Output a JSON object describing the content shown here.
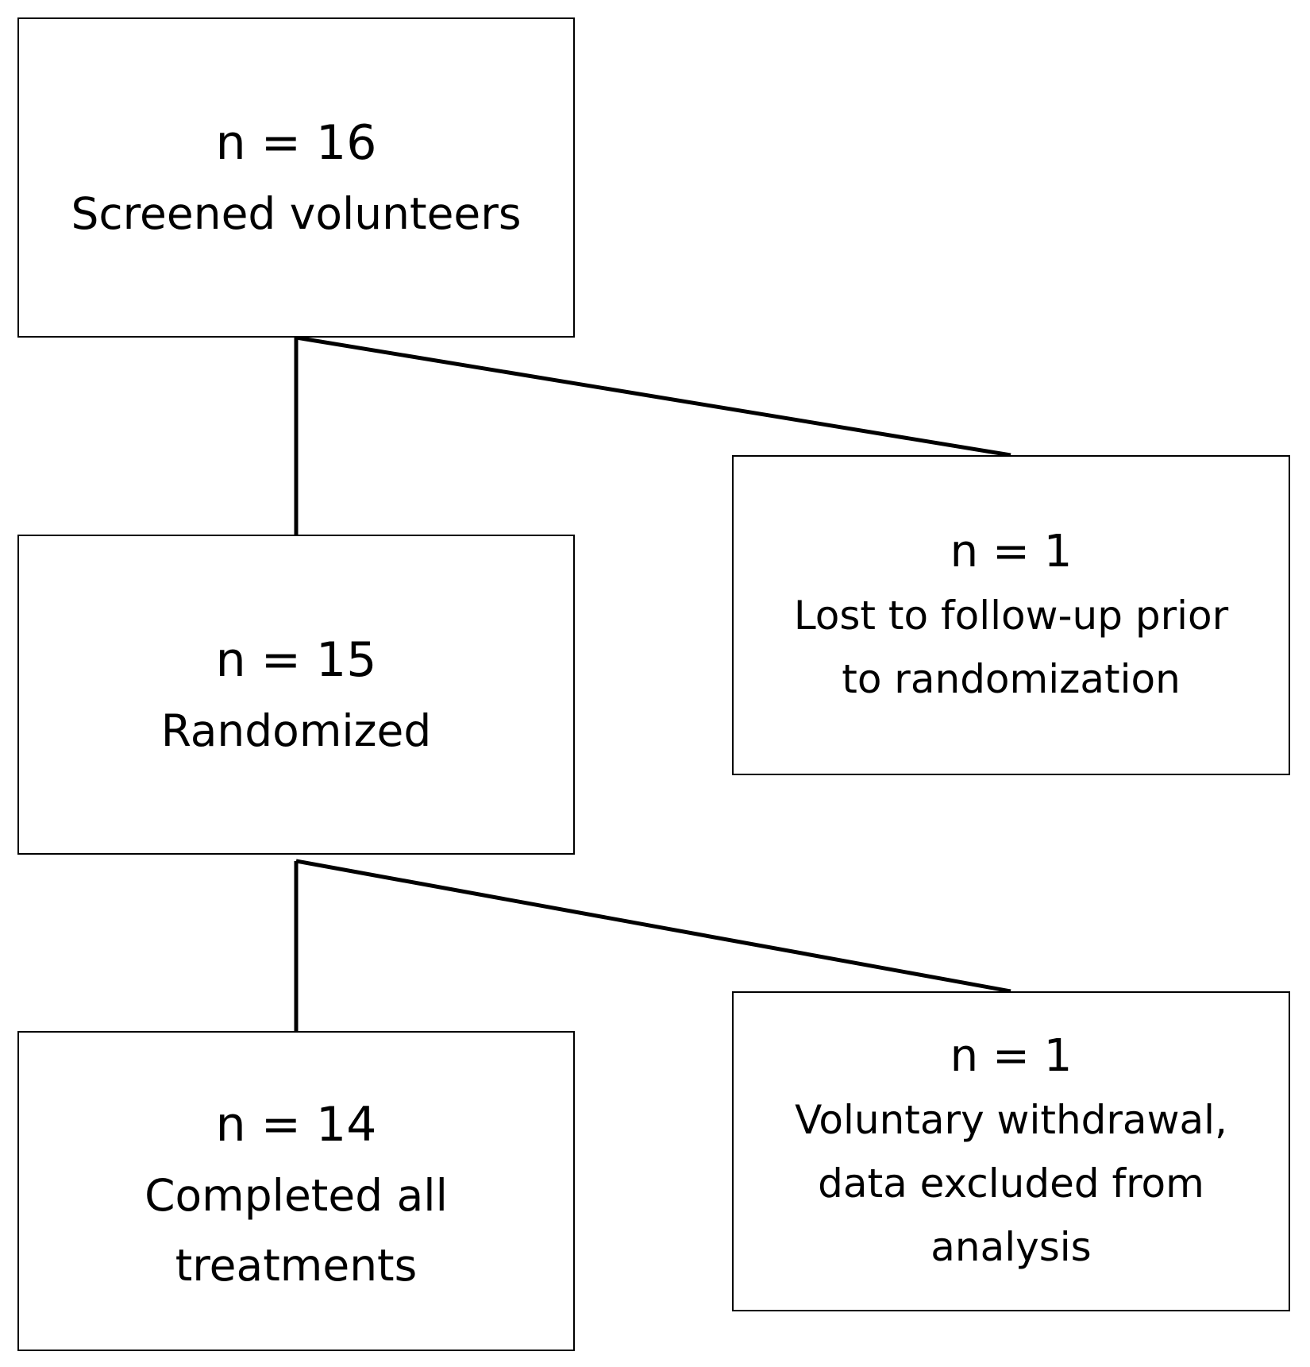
{
  "flowchart": {
    "screened": {
      "count": "n = 16",
      "label": "Screened volunteers"
    },
    "lost": {
      "count": "n = 1",
      "label": "Lost to follow-up prior to randomization"
    },
    "randomized": {
      "count": "n = 15",
      "label": "Randomized"
    },
    "withdrawn": {
      "count": "n = 1",
      "label": "Voluntary withdrawal, data excluded from analysis"
    },
    "completed": {
      "count": "n = 14",
      "label": "Completed all treatments"
    }
  },
  "colors": {
    "stroke": "#000000",
    "background": "#ffffff"
  }
}
